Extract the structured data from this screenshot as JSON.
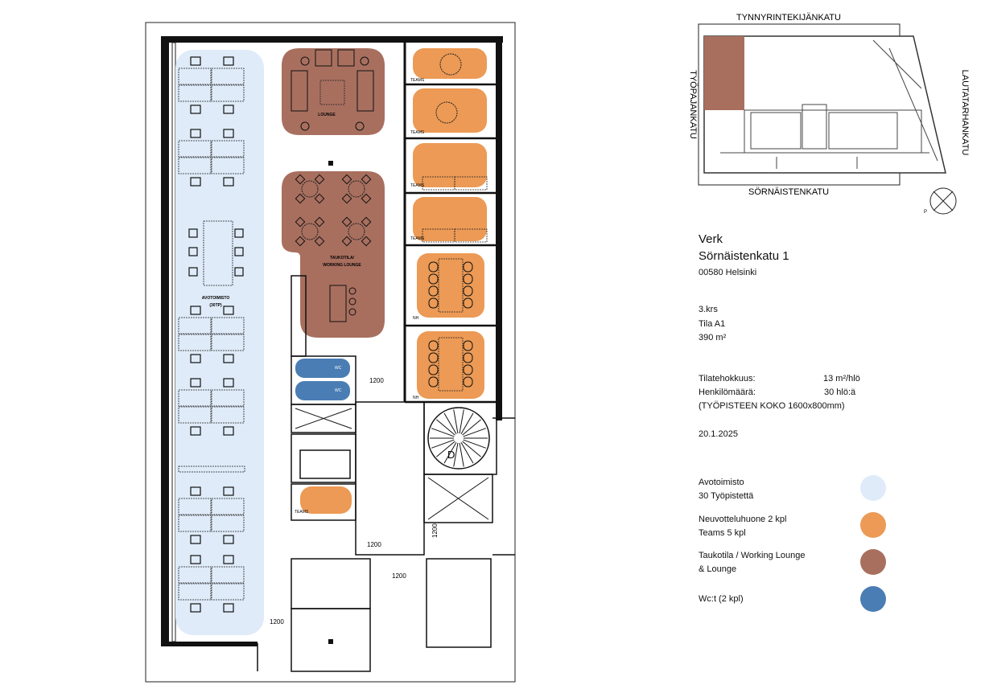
{
  "plan": {
    "labels": {
      "lounge": "LOUNGE",
      "working_lounge_1": "TAUKOTILA/",
      "working_lounge_2": "WORKING LOUNGE",
      "open_office_1": "AVOTOIMISTO",
      "open_office_2": "(30TP)",
      "teams": "TEAMS",
      "nh": "NH",
      "wc": "WC",
      "stair": "D",
      "door_width": "1200"
    }
  },
  "site_plan": {
    "street_north": "TYNNYRINTEKIJÄNKATU",
    "street_south": "SÖRNÄISTENKATU",
    "street_west": "TYÖPAJANKATU",
    "street_east": "LAUTATARHANKATU",
    "north_label": "P"
  },
  "info": {
    "company": "Verk",
    "street": "Sörnäistenkatu 1",
    "city": "00580 Helsinki",
    "floor": "3.krs",
    "space": "Tila A1",
    "area": "390 m²",
    "efficiency_label": "Tilatehokkuus:",
    "efficiency_value": "13 m²/hlö",
    "people_label": "Henkilömäärä:",
    "people_value": "30 hlö:ä",
    "desk_size": "(TYÖPISTEEN KOKO 1600x800mm)",
    "date": "20.1.2025"
  },
  "legend": [
    {
      "line1": "Avotoimisto",
      "line2": "30 Työpistettä",
      "color": "#dfebf9"
    },
    {
      "line1": "Neuvotteluhuone 2 kpl",
      "line2": "Teams 5 kpl",
      "color": "#ec9a55"
    },
    {
      "line1": "Taukotila / Working Lounge",
      "line2": "& Lounge",
      "color": "#a86f5f"
    },
    {
      "line1": "Wc:t (2 kpl)",
      "line2": "",
      "color": "#4a7db4"
    }
  ]
}
